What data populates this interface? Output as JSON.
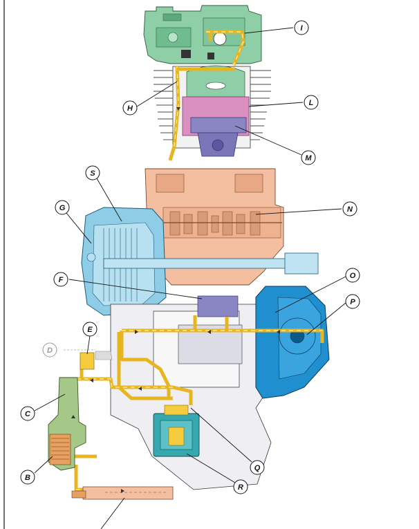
{
  "diagram": {
    "callouts": [
      {
        "id": "I",
        "label": "I"
      },
      {
        "id": "H",
        "label": "H"
      },
      {
        "id": "L",
        "label": "L"
      },
      {
        "id": "M",
        "label": "M"
      },
      {
        "id": "S",
        "label": "S"
      },
      {
        "id": "G",
        "label": "G"
      },
      {
        "id": "N",
        "label": "N"
      },
      {
        "id": "F",
        "label": "F"
      },
      {
        "id": "O",
        "label": "O"
      },
      {
        "id": "P",
        "label": "P"
      },
      {
        "id": "E",
        "label": "E"
      },
      {
        "id": "D",
        "label": "D"
      },
      {
        "id": "C",
        "label": "C"
      },
      {
        "id": "Q",
        "label": "Q"
      },
      {
        "id": "B",
        "label": "B"
      },
      {
        "id": "R",
        "label": "R"
      }
    ],
    "colors": {
      "head": "#8fcfa8",
      "cylinder": "#d98fc0",
      "piston": "#8a86c4",
      "crankcase": "#f4bfa0",
      "clutch_cover": "#8fcde6",
      "alternator": "#1f8fd0",
      "oil": "#f5cc3e",
      "filter": "#35a8b0",
      "pump": "#a5c888",
      "sump": "#e8e8ee"
    }
  }
}
